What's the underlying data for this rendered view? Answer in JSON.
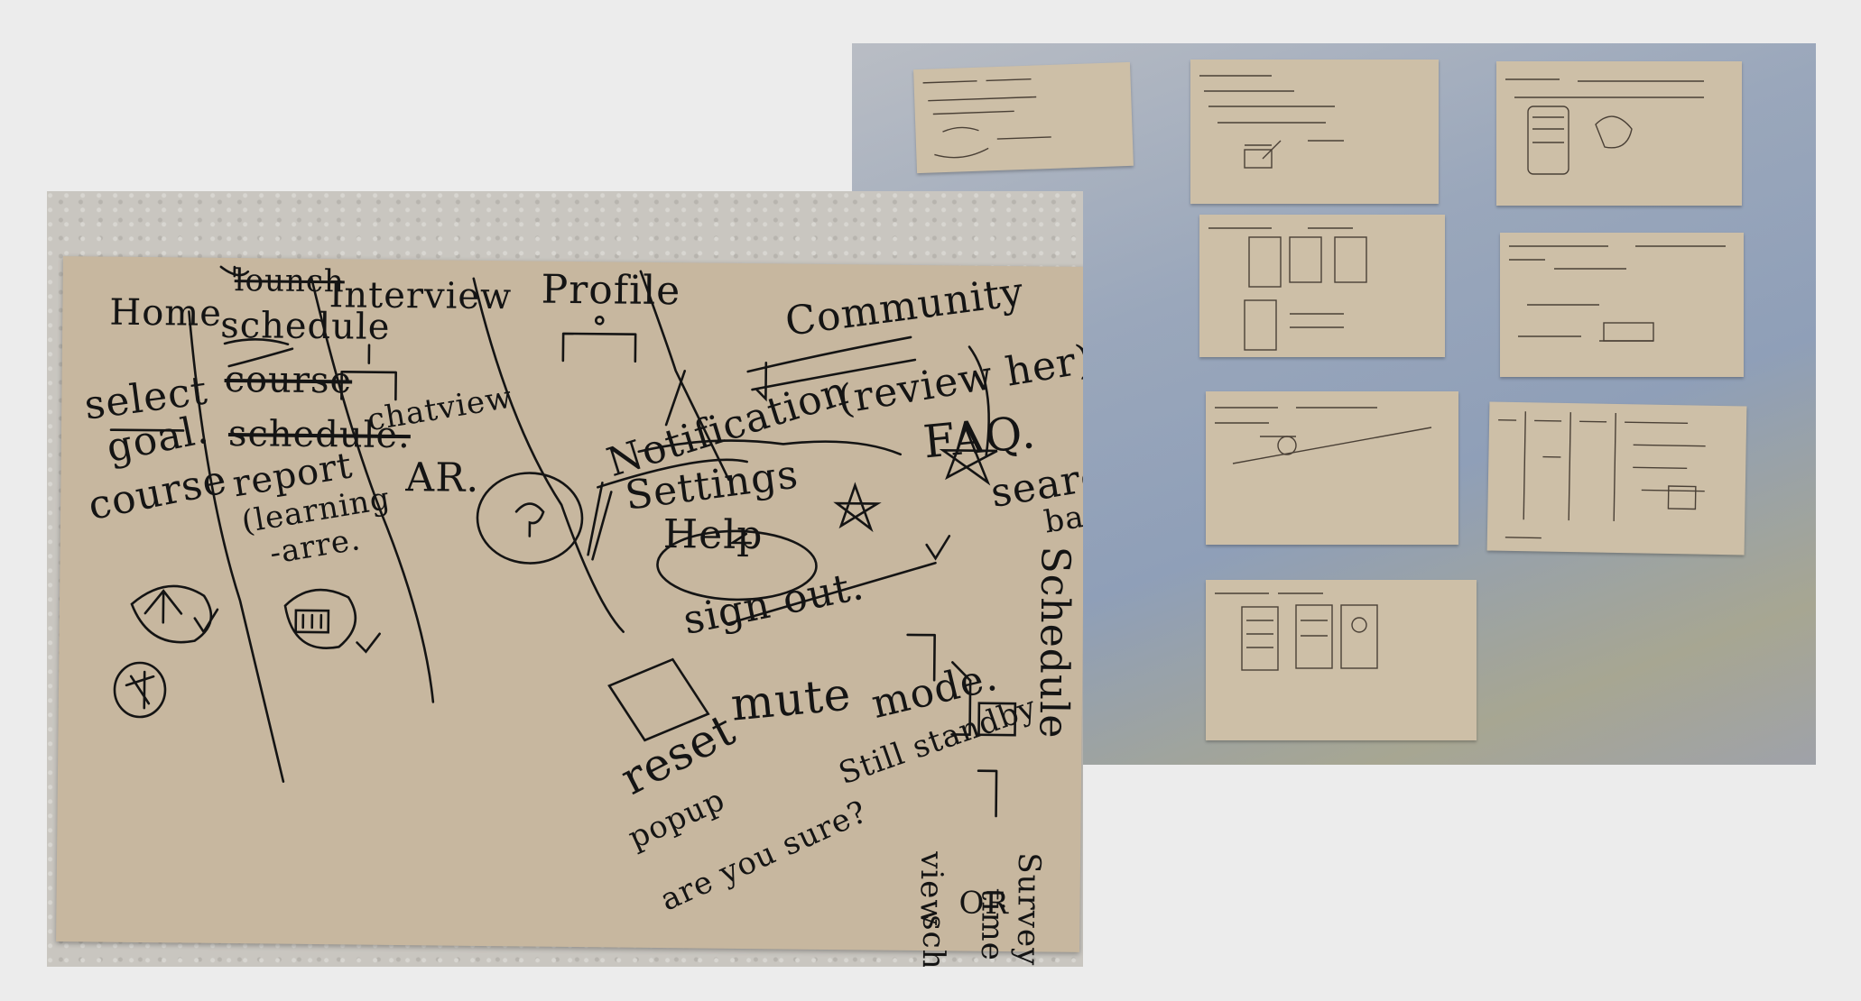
{
  "image": {
    "description_label": "paper prototype sketches",
    "colors": {
      "background": "#ececec",
      "paper": "#c7b79f",
      "ink": "#141414",
      "carpet": "#9aa7bb"
    }
  },
  "main_sketch": {
    "tabs": [
      "Home",
      "schedule",
      "Interview",
      "Profile",
      "Community"
    ],
    "home_items": [
      "select",
      "goal.",
      "course"
    ],
    "schedule_items": [
      "course",
      "schedule.",
      "report",
      "(learning",
      "-arre."
    ],
    "schedule_crossed": [
      "lounch",
      "course"
    ],
    "interview_items": [
      "chatview",
      "AR."
    ],
    "profile_items": [
      "Notification",
      "Settings",
      "Help",
      "sign out.",
      "reset",
      "mute",
      "mode.",
      "Still standby",
      "popup",
      "are you sure?"
    ],
    "community_items": [
      "(review her)",
      "FAQ.",
      "search",
      "bar",
      "Schedule"
    ],
    "bottom_right_items": [
      "OR",
      "view",
      "Survey",
      "time",
      "schedu."
    ]
  }
}
